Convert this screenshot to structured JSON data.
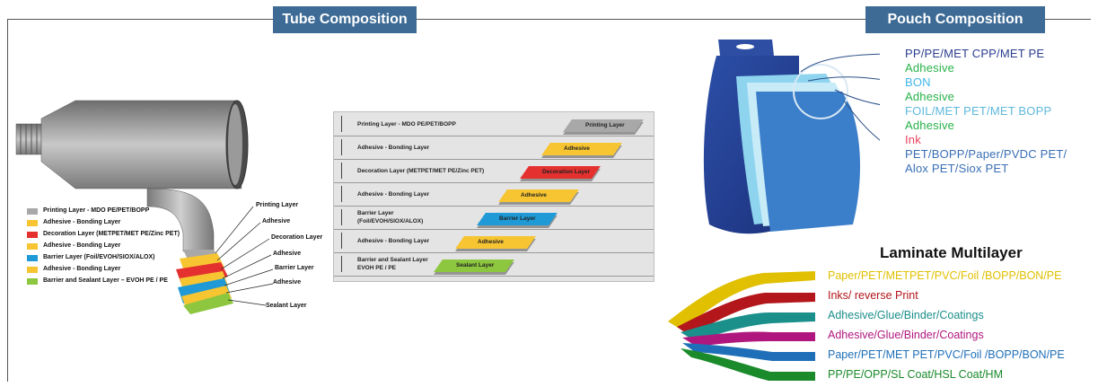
{
  "tube": {
    "title": "Tube Composition",
    "legend": [
      {
        "label": "Printing Layer - MDO PE/PET/BOPP",
        "color": "#a8a8a8"
      },
      {
        "label": "Adhesive - Bonding Layer",
        "color": "#f7c531"
      },
      {
        "label": "Decoration Layer (METPET/MET PE/Zinc PET)",
        "color": "#e4312f"
      },
      {
        "label": "Adhesive - Bonding Layer",
        "color": "#f7c531"
      },
      {
        "label": "Barrier Layer (Foil/EVOH/SIOX/ALOX)",
        "color": "#1f9ad6"
      },
      {
        "label": "Adhesive - Bonding Layer",
        "color": "#f7c531"
      },
      {
        "label": "Barrier and Sealant Layer – EVOH PE / PE",
        "color": "#8dc63f"
      }
    ],
    "callouts": [
      "Printing Layer",
      "Adhesive",
      "Decoration Layer",
      "Adhesive",
      "Barrier Layer",
      "Adhesive",
      "Sealant Layer"
    ]
  },
  "stairs": {
    "rows": [
      {
        "left": "Printing Layer - MDO PE/PET/BOPP",
        "bar": "Printing Layer",
        "color": "#a8a8a8"
      },
      {
        "left": "Adhesive - Bonding Layer",
        "bar": "Adhesive",
        "color": "#f7c531"
      },
      {
        "left": "Decoration Layer (METPET/MET PE/Zinc PET)",
        "bar": "Decoration Layer",
        "color": "#e4312f"
      },
      {
        "left": "Adhesive - Bonding Layer",
        "bar": "Adhesive",
        "color": "#f7c531"
      },
      {
        "left": "Barrier Layer",
        "left2": "(Foil/EVOH/SIOX/ALOX)",
        "bar": "Barrier Layer",
        "color": "#1f9ad6"
      },
      {
        "left": "Adhesive - Bonding Layer",
        "bar": "Adhesive",
        "color": "#f7c531"
      },
      {
        "left": "Barrier and Sealant Layer",
        "left2": "EVOH PE / PE",
        "bar": "Sealant Layer",
        "color": "#8dc63f"
      }
    ]
  },
  "pouch": {
    "title": "Pouch Composition",
    "layers": [
      {
        "text": "PP/PE/MET CPP/MET PE",
        "color": "#2b3f8f"
      },
      {
        "text": "Adhesive",
        "color": "#27b24a"
      },
      {
        "text": "BON",
        "color": "#3fb6e8"
      },
      {
        "text": "Adhesive",
        "color": "#27b24a"
      },
      {
        "text": "FOIL/MET PET/MET BOPP",
        "color": "#5fb8dc"
      },
      {
        "text": "Adhesive",
        "color": "#27b24a"
      },
      {
        "text": "Ink",
        "color": "#e8405a"
      },
      {
        "text": "PET/BOPP/Paper/PVDC PET/",
        "color": "#3a6fb5"
      },
      {
        "text": "Alox PET/Siox PET",
        "color": "#3a6fb5"
      }
    ]
  },
  "laminate": {
    "title": "Laminate Multilayer",
    "layers": [
      {
        "text": "Paper/PET/METPET/PVC/Foil /BOPP/BON/PE",
        "color": "#e0c000"
      },
      {
        "text": "Inks/ reverse Print",
        "color": "#b3161b"
      },
      {
        "text": "Adhesive/Glue/Binder/Coatings",
        "color": "#1b8f8a"
      },
      {
        "text": "Adhesive/Glue/Binder/Coatings",
        "color": "#b0177e"
      },
      {
        "text": "Paper/PET/MET PET/PVC/Foil /BOPP/BON/PE",
        "color": "#1f6fb8"
      },
      {
        "text": "PP/PE/OPP/SL Coat/HSL Coat/HM",
        "color": "#1a8a2a"
      }
    ]
  }
}
